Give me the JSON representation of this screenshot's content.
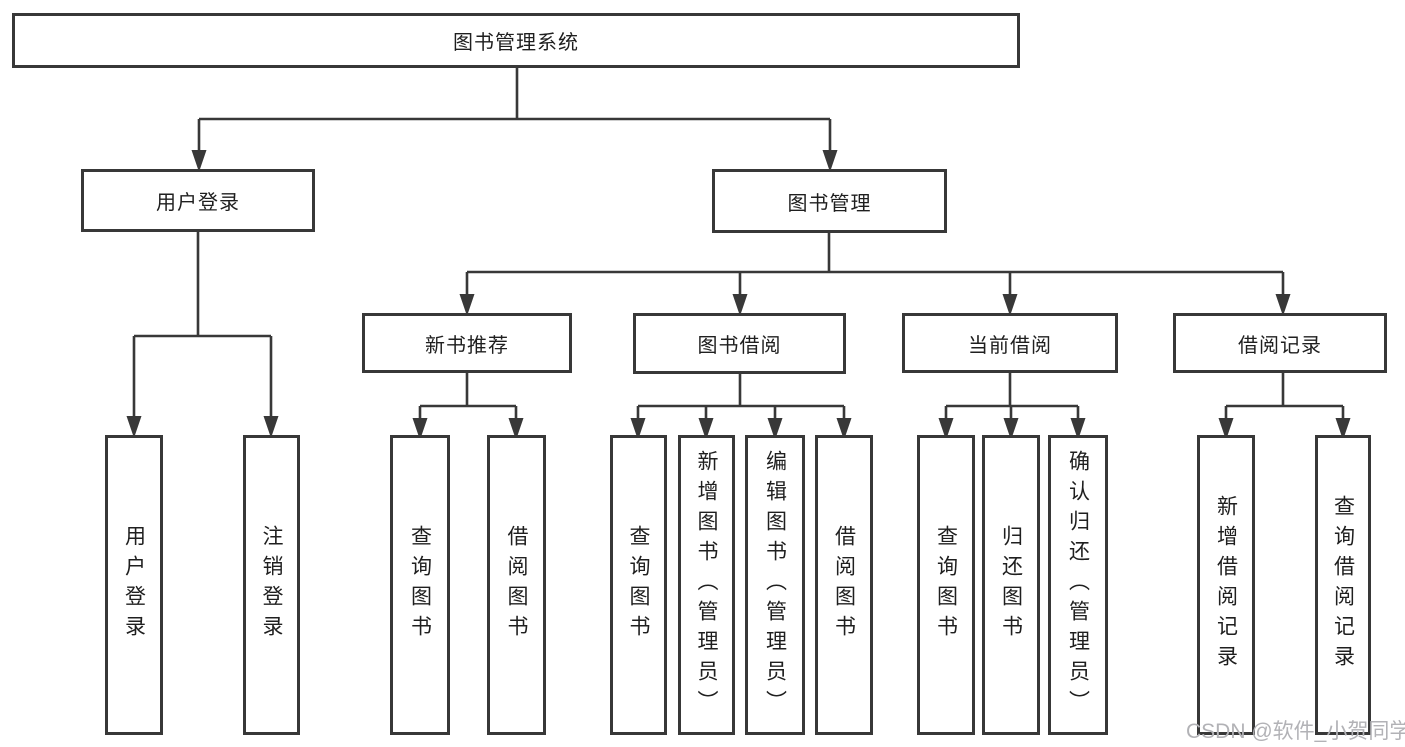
{
  "tree": {
    "label": "图书管理系统",
    "children": [
      {
        "label": "用户登录",
        "children": [
          {
            "label": "用户登录"
          },
          {
            "label": "注销登录"
          }
        ]
      },
      {
        "label": "图书管理",
        "children": [
          {
            "label": "新书推荐",
            "children": [
              {
                "label": "查询图书"
              },
              {
                "label": "借阅图书"
              }
            ]
          },
          {
            "label": "图书借阅",
            "children": [
              {
                "label": "查询图书"
              },
              {
                "label": "新增图书（管理员）"
              },
              {
                "label": "编辑图书（管理员）"
              },
              {
                "label": "借阅图书"
              }
            ]
          },
          {
            "label": "当前借阅",
            "children": [
              {
                "label": "查询图书"
              },
              {
                "label": "归还图书"
              },
              {
                "label": "确认归还（管理员）"
              }
            ]
          },
          {
            "label": "借阅记录",
            "children": [
              {
                "label": "新增借阅记录"
              },
              {
                "label": "查询借阅记录"
              }
            ]
          }
        ]
      }
    ]
  },
  "watermark": {
    "text": "CSDN @软件_小贺同学"
  },
  "colors": {
    "line": "#383838",
    "box_border": "#383838",
    "text": "#1f1f1f",
    "watermark": "#b2b2b6",
    "background": "#ffffff"
  }
}
